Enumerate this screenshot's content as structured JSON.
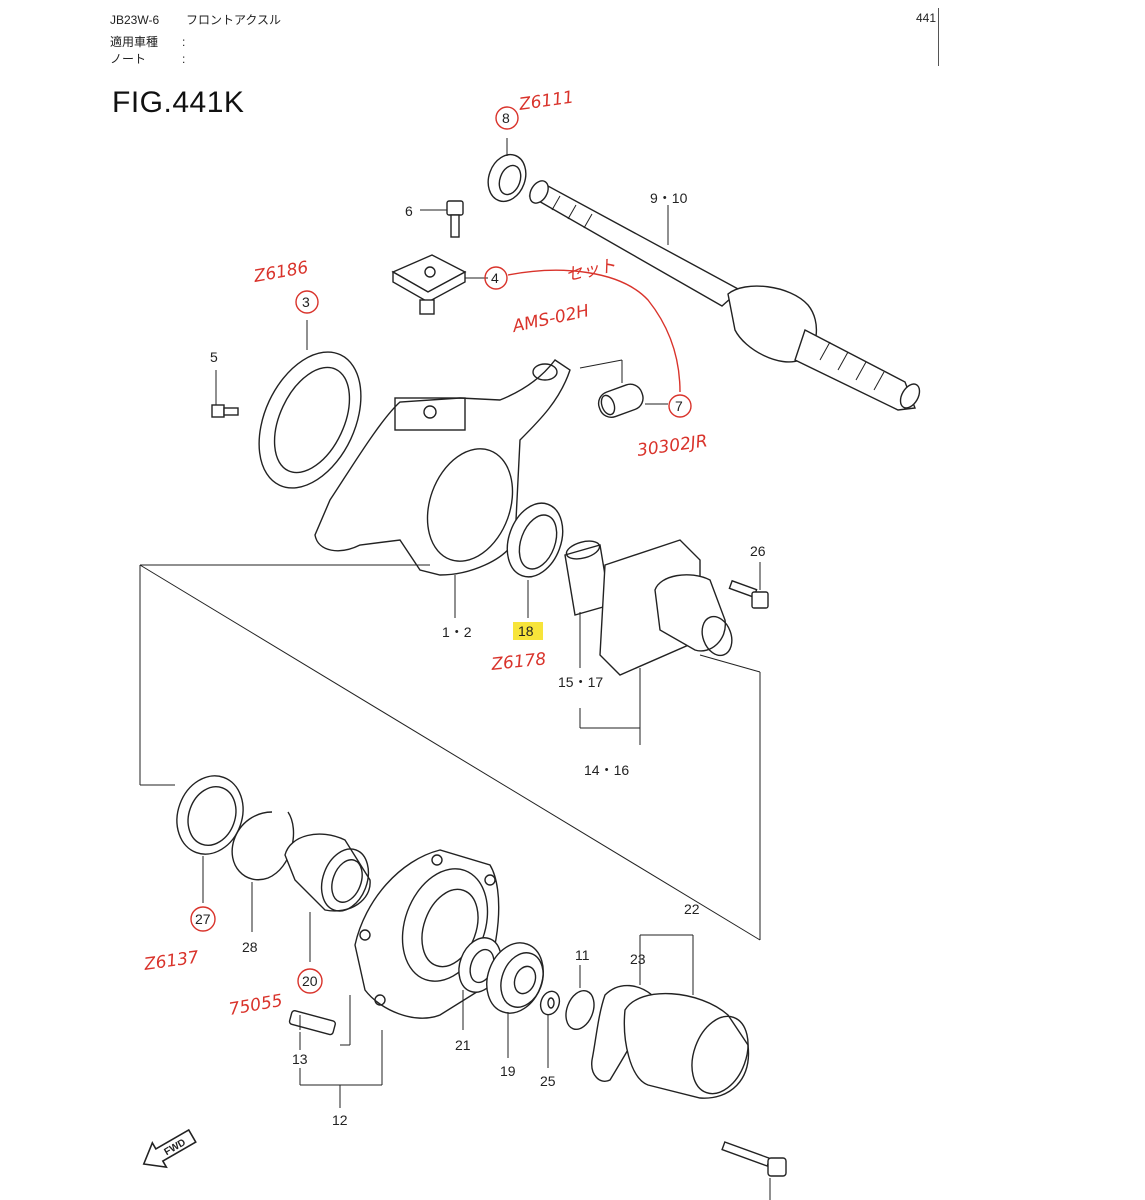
{
  "header": {
    "model": "JB23W-6",
    "section": "フロントアクスル",
    "page_no": "441",
    "applicable_label": "適用車種",
    "applicable_value": ":",
    "note_label": "ノート",
    "note_value": ":"
  },
  "figure_title": "FIG.441K",
  "part_labels": {
    "p1_2": "1・2",
    "p3": "3",
    "p4": "4",
    "p5": "5",
    "p6": "6",
    "p7": "7",
    "p8": "8",
    "p9_10": "9・10",
    "p11": "11",
    "p12": "12",
    "p13": "13",
    "p14_16": "14・16",
    "p15_17": "15・17",
    "p18": "18",
    "p19": "19",
    "p20": "20",
    "p21": "21",
    "p22": "22",
    "p23": "23",
    "p25": "25",
    "p26": "26",
    "p27": "27",
    "p28": "28"
  },
  "handwritten": {
    "z6111": "Z6111",
    "z6186": "Z6186",
    "set": "セット",
    "ams": "AMS-02H",
    "bearing": "30302JR",
    "z6178": "Z6178",
    "z6137": "Z6137",
    "n75055": "75055"
  },
  "fwd_label": "FWD",
  "colors": {
    "annotation": "#d9332b",
    "highlight": "#f7e43a",
    "ink": "#222222"
  }
}
